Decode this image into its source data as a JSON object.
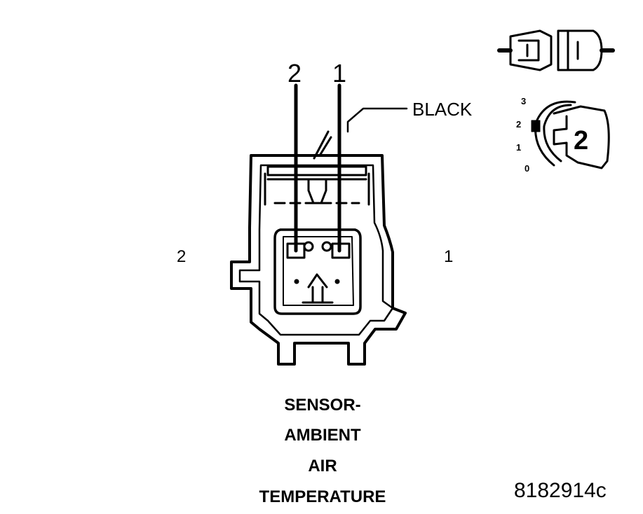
{
  "diagram": {
    "pin_labels_top": [
      "2",
      "1"
    ],
    "side_labels": {
      "left": "2",
      "right": "1"
    },
    "color_label": "BLACK",
    "key_scale": [
      "3",
      "2",
      "1",
      "0"
    ],
    "key_number": "2",
    "title_lines": [
      "SENSOR-",
      "AMBIENT",
      "AIR",
      "TEMPERATURE"
    ],
    "figure_code": "8182914c"
  }
}
